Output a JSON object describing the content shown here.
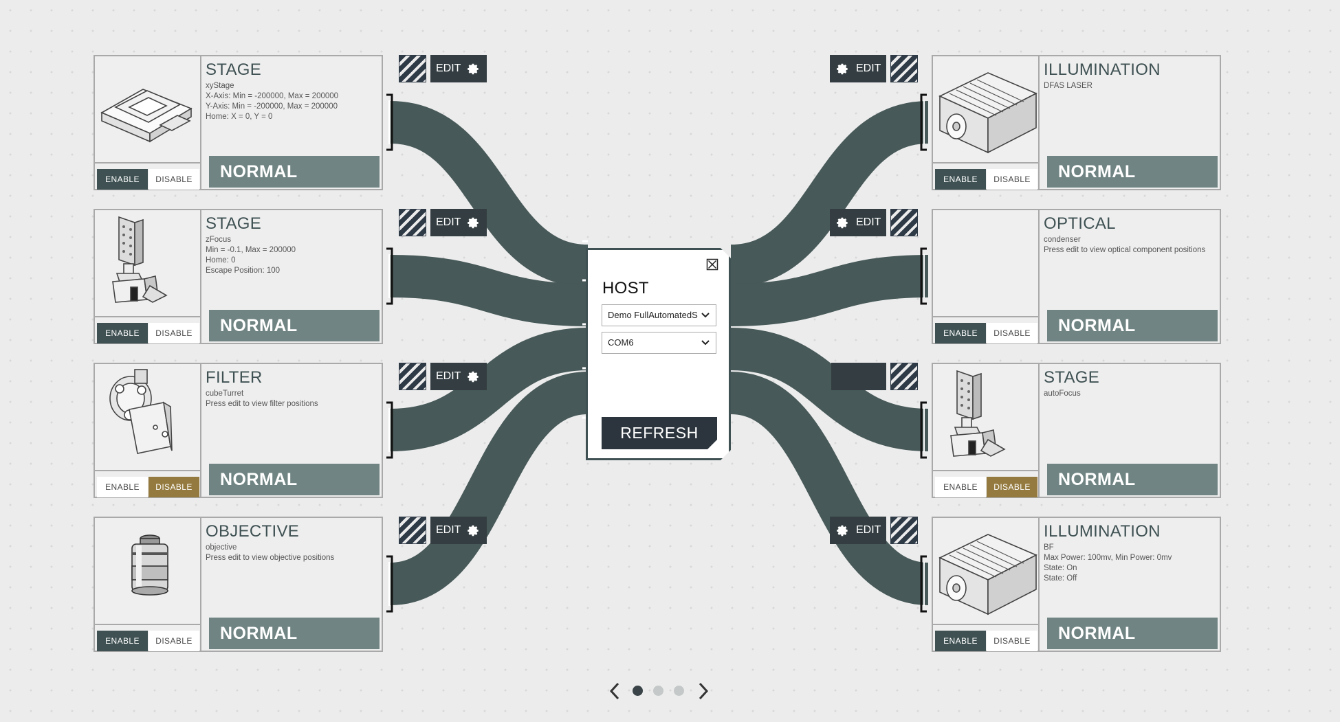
{
  "host": {
    "title": "HOST",
    "device_value": "Demo FullAutomatedS",
    "port_value": "COM6",
    "refresh_label": "REFRESH"
  },
  "edit_label": "EDIT",
  "enable_label": "ENABLE",
  "disable_label": "DISABLE",
  "left_components": [
    {
      "type": "STAGE",
      "lines": [
        "xyStage",
        "X-Axis: Min = -200000, Max = 200000",
        "Y-Axis: Min = -200000, Max = 200000",
        "Home: X = 0, Y = 0"
      ],
      "status": "NORMAL",
      "state": "enabled",
      "icon": "xy-stage-icon"
    },
    {
      "type": "STAGE",
      "lines": [
        "zFocus",
        "Min = -0.1, Max = 200000",
        "Home: 0",
        "Escape Position: 100"
      ],
      "status": "NORMAL",
      "state": "enabled",
      "icon": "z-stage-icon"
    },
    {
      "type": "FILTER",
      "lines": [
        "cubeTurret",
        "Press edit to view filter positions"
      ],
      "status": "NORMAL",
      "state": "disabled",
      "icon": "filter-turret-icon"
    },
    {
      "type": "OBJECTIVE",
      "lines": [
        "objective",
        "Press edit to view objective positions"
      ],
      "status": "NORMAL",
      "state": "enabled",
      "icon": "objective-lens-icon"
    }
  ],
  "right_components": [
    {
      "type": "ILLUMINATION",
      "lines": [
        "DFAS LASER"
      ],
      "status": "NORMAL",
      "state": "enabled",
      "icon": "illumination-module-icon"
    },
    {
      "type": "OPTICAL",
      "lines": [
        "condenser",
        "Press edit to view optical component positions"
      ],
      "status": "NORMAL",
      "state": "enabled",
      "icon": ""
    },
    {
      "type": "STAGE",
      "lines": [
        "autoFocus"
      ],
      "status": "NORMAL",
      "state": "disabled",
      "icon": "z-stage-icon"
    },
    {
      "type": "ILLUMINATION",
      "lines": [
        "BF",
        "Max Power: 100mv, Min Power: 0mv",
        "State: On",
        "State: Off"
      ],
      "status": "NORMAL",
      "state": "enabled",
      "icon": "illumination-module-icon"
    }
  ],
  "pagination": {
    "pages": 3,
    "current": 1
  },
  "colors": {
    "primary": "#3f5153",
    "status_bg": "#708583",
    "warning": "#947a3e",
    "dark": "#2c353d",
    "cable": "#475958"
  }
}
